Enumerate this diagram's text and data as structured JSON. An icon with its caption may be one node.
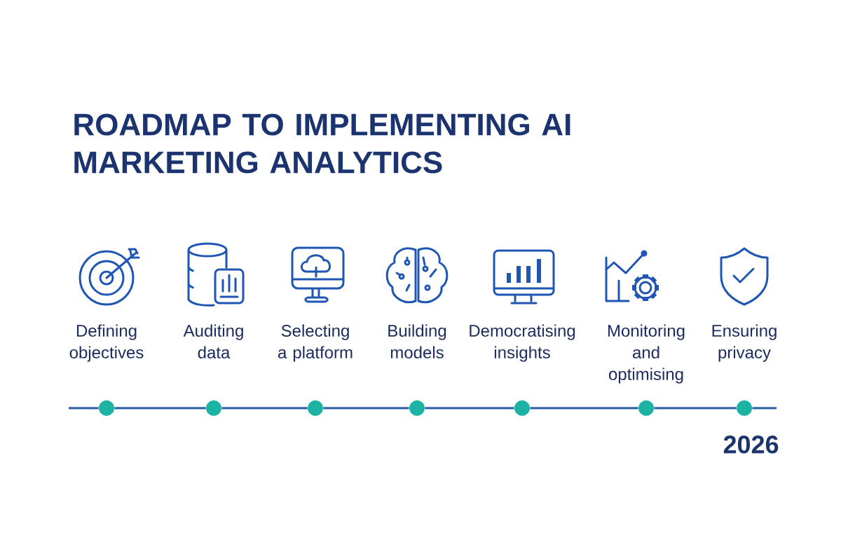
{
  "diagram": {
    "title": "ROADMAP TO IMPLEMENTING AI MARKETING ANALYTICS",
    "nodes": [
      {
        "text": [
          "Defining objectives"
        ]
      },
      {
        "text": [
          "Auditing data"
        ]
      },
      {
        "text": [
          "Selecting a platform"
        ]
      },
      {
        "text": [
          "Building models"
        ]
      },
      {
        "text": [
          "Democratising insights"
        ]
      },
      {
        "text": [
          "Monitoring and optimising"
        ]
      },
      {
        "text": [
          "Ensuring privacy"
        ]
      },
      {
        "text": [],
        "shape": "circle"
      },
      {
        "text": [],
        "shape": "circle"
      },
      {
        "text": [],
        "shape": "circle"
      },
      {
        "text": [],
        "shape": "circle"
      },
      {
        "text": [],
        "shape": "circle"
      },
      {
        "text": [],
        "shape": "circle"
      },
      {
        "text": [],
        "shape": "circle"
      }
    ],
    "edges": [
      {
        "from": null,
        "to": 7,
        "arrow": "none"
      },
      {
        "from": 7,
        "to": 8,
        "arrow": "none"
      },
      {
        "from": 8,
        "to": 9,
        "arrow": "none"
      },
      {
        "from": 9,
        "to": 10,
        "arrow": "none"
      },
      {
        "from": 10,
        "to": 11,
        "arrow": "none"
      },
      {
        "from": 11,
        "to": 12,
        "arrow": "none"
      },
      {
        "from": 12,
        "to": 13,
        "arrow": "none"
      },
      {
        "from": 13,
        "to": null,
        "arrow": "none"
      }
    ],
    "labels": [
      "2026"
    ]
  }
}
